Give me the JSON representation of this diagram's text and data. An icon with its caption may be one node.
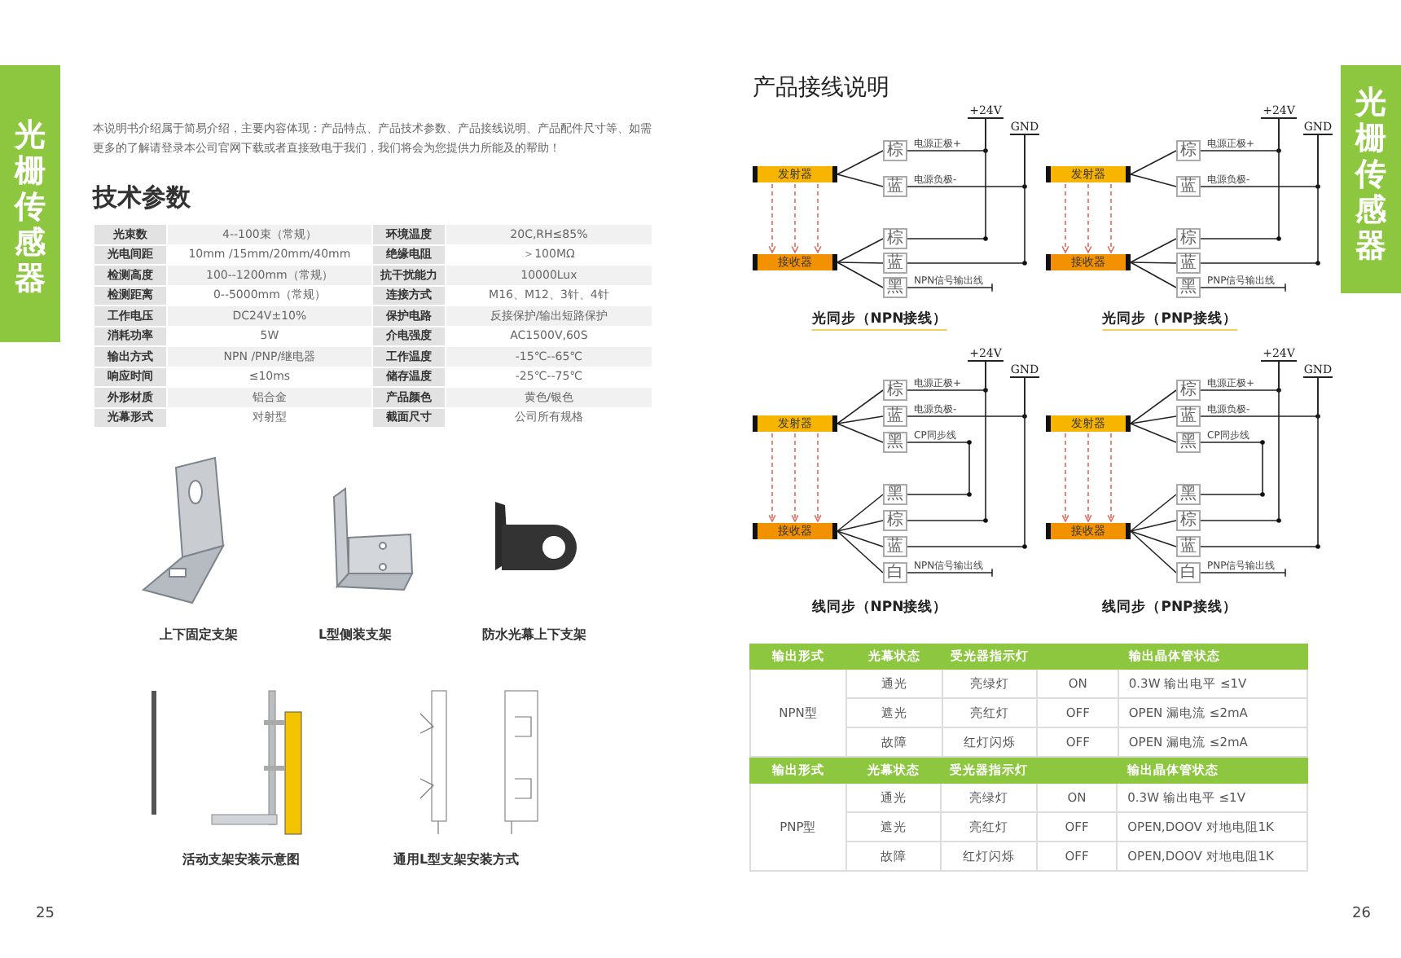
{
  "diagram": {
    "nodes": [
      {
        "text": [
          "发射器"
        ]
      },
      {
        "text": [
          "棕"
        ]
      },
      {
        "text": [
          "蓝"
        ]
      },
      {
        "text": [
          "接收器"
        ]
      },
      {
        "text": [
          "棕"
        ]
      },
      {
        "text": [
          "蓝"
        ]
      },
      {
        "text": [
          "黑"
        ]
      },
      {
        "text": [
          "+24V"
        ]
      },
      {
        "text": [
          "GND"
        ]
      },
      {
        "text": [
          "发射器"
        ]
      },
      {
        "text": [
          "棕"
        ]
      },
      {
        "text": [
          "蓝"
        ]
      },
      {
        "text": [
          "接收器"
        ]
      },
      {
        "text": [
          "棕"
        ]
      },
      {
        "text": [
          "蓝"
        ]
      },
      {
        "text": [
          "黑"
        ]
      },
      {
        "text": [
          "+24V"
        ]
      },
      {
        "text": [
          "GND"
        ]
      },
      {
        "text": [
          "发射器"
        ]
      },
      {
        "text": [
          "棕"
        ]
      },
      {
        "text": [
          "蓝"
        ]
      },
      {
        "text": [
          "黑"
        ]
      },
      {
        "text": [
          "接收器"
        ]
      },
      {
        "text": [
          "黑"
        ]
      },
      {
        "text": [
          "棕"
        ]
      },
      {
        "text": [
          "蓝"
        ]
      },
      {
        "text": [
          "白"
        ]
      },
      {
        "text": [
          "+24V"
        ]
      },
      {
        "text": [
          "GND"
        ]
      },
      {
        "text": [
          "发射器"
        ]
      },
      {
        "text": [
          "棕"
        ]
      },
      {
        "text": [
          "蓝"
        ]
      },
      {
        "text": [
          "黑"
        ]
      },
      {
        "text": [
          "接收器"
        ]
      },
      {
        "text": [
          "黑"
        ]
      },
      {
        "text": [
          "棕"
        ]
      },
      {
        "text": [
          "蓝"
        ]
      },
      {
        "text": [
          "白"
        ]
      },
      {
        "text": [
          "+24V"
        ]
      },
      {
        "text": [
          "GND"
        ]
      },
      {
        "text": [
          "光栅传感器"
        ]
      },
      {
        "text": [
          "光栅传感器"
        ]
      }
    ],
    "edges": [
      {
        "from": 0,
        "to": 1,
        "arrow": "none"
      },
      {
        "from": 0,
        "to": 2,
        "arrow": "none"
      },
      {
        "from": 1,
        "to": 7,
        "arrow": "none",
        "label": "电源正极+"
      },
      {
        "from": 2,
        "to": 8,
        "arrow": "none",
        "label": "电源负极-"
      },
      {
        "from": 0,
        "to": 3,
        "arrow": "to",
        "style": "dashed",
        "color": "#e06a5a"
      },
      {
        "from": 0,
        "to": 3,
        "arrow": "to",
        "style": "dashed",
        "color": "#e06a5a"
      },
      {
        "from": 0,
        "to": 3,
        "arrow": "to",
        "style": "dashed",
        "color": "#e06a5a"
      },
      {
        "from": 3,
        "to": 4,
        "arrow": "none"
      },
      {
        "from": 3,
        "to": 5,
        "arrow": "none"
      },
      {
        "from": 3,
        "to": 6,
        "arrow": "none"
      },
      {
        "from": 4,
        "to": 7,
        "arrow": "none"
      },
      {
        "from": 5,
        "to": 8,
        "arrow": "none"
      },
      {
        "from": 6,
        "to": null,
        "arrow": "other",
        "label": "NPN信号输出线"
      },
      {
        "from": 9,
        "to": 10,
        "arrow": "none"
      },
      {
        "from": 9,
        "to": 11,
        "arrow": "none"
      },
      {
        "from": 10,
        "to": 16,
        "arrow": "none",
        "label": "电源正极+"
      },
      {
        "from": 11,
        "to": 17,
        "arrow": "none",
        "label": "电源负极-"
      },
      {
        "from": 9,
        "to": 12,
        "arrow": "to",
        "style": "dashed",
        "color": "#e06a5a"
      },
      {
        "from": 9,
        "to": 12,
        "arrow": "to",
        "style": "dashed",
        "color": "#e06a5a"
      },
      {
        "from": 9,
        "to": 12,
        "arrow": "to",
        "style": "dashed",
        "color": "#e06a5a"
      },
      {
        "from": 12,
        "to": 13,
        "arrow": "none"
      },
      {
        "from": 12,
        "to": 14,
        "arrow": "none"
      },
      {
        "from": 12,
        "to": 15,
        "arrow": "none"
      },
      {
        "from": 13,
        "to": 16,
        "arrow": "none"
      },
      {
        "from": 14,
        "to": 17,
        "arrow": "none"
      },
      {
        "from": 15,
        "to": null,
        "arrow": "other",
        "label": "PNP信号输出线"
      },
      {
        "from": 18,
        "to": 19,
        "arrow": "none"
      },
      {
        "from": 18,
        "to": 20,
        "arrow": "none"
      },
      {
        "from": 18,
        "to": 21,
        "arrow": "none"
      },
      {
        "from": 19,
        "to": 27,
        "arrow": "none",
        "label": "电源正极+"
      },
      {
        "from": 20,
        "to": 28,
        "arrow": "none",
        "label": "电源负极-"
      },
      {
        "from": 21,
        "to": 23,
        "arrow": "none",
        "label": "CP同步线"
      },
      {
        "from": 18,
        "to": 22,
        "arrow": "to",
        "style": "dashed",
        "color": "#e06a5a"
      },
      {
        "from": 18,
        "to": 22,
        "arrow": "to",
        "style": "dashed",
        "color": "#e06a5a"
      },
      {
        "from": 18,
        "to": 22,
        "arrow": "to",
        "style": "dashed",
        "color": "#e06a5a"
      },
      {
        "from": 22,
        "to": 23,
        "arrow": "none"
      },
      {
        "from": 22,
        "to": 24,
        "arrow": "none"
      },
      {
        "from": 22,
        "to": 25,
        "arrow": "none"
      },
      {
        "from": 22,
        "to": 26,
        "arrow": "none"
      },
      {
        "from": 24,
        "to": 27,
        "arrow": "none"
      },
      {
        "from": 25,
        "to": 28,
        "arrow": "none"
      },
      {
        "from": 26,
        "to": null,
        "arrow": "other",
        "label": "NPN信号输出线"
      },
      {
        "from": 29,
        "to": 30,
        "arrow": "none"
      },
      {
        "from": 29,
        "to": 31,
        "arrow": "none"
      },
      {
        "from": 29,
        "to": 32,
        "arrow": "none"
      },
      {
        "from": 30,
        "to": 38,
        "arrow": "none",
        "label": "电源正极+"
      },
      {
        "from": 31,
        "to": 39,
        "arrow": "none",
        "label": "电源负极-"
      },
      {
        "from": 32,
        "to": 34,
        "arrow": "none",
        "label": "CP同步线"
      },
      {
        "from": 29,
        "to": 33,
        "arrow": "to",
        "style": "dashed",
        "color": "#e06a5a"
      },
      {
        "from": 29,
        "to": 33,
        "arrow": "to",
        "style": "dashed",
        "color": "#e06a5a"
      },
      {
        "from": 29,
        "to": 33,
        "arrow": "to",
        "style": "dashed",
        "color": "#e06a5a"
      },
      {
        "from": 33,
        "to": 34,
        "arrow": "none"
      },
      {
        "from": 33,
        "to": 35,
        "arrow": "none"
      },
      {
        "from": 33,
        "to": 36,
        "arrow": "none"
      },
      {
        "from": 33,
        "to": 37,
        "arrow": "none"
      },
      {
        "from": 35,
        "to": 38,
        "arrow": "none"
      },
      {
        "from": 36,
        "to": 39,
        "arrow": "none"
      },
      {
        "from": 37,
        "to": null,
        "arrow": "other",
        "label": "PNP信号输出线"
      }
    ],
    "labels": [
      "本说明书介绍属于简易介绍，主要内容体现：产品特点、产品技术参数、产品接线说明、产品配件尺寸等、如需更多的了解请登录本公司官网下载或者直接致电于我们，我们将会为您提供力所能及的帮助！",
      "技术参数",
      "光束数",
      "4--100束（常规）",
      "环境温度",
      "20C,RH≤85%",
      "光电间距",
      "10mm /15mm/20mm/40mm",
      "绝缘电阻",
      "＞100MΩ",
      "检测高度",
      "100--1200mm（常规）",
      "抗干扰能力",
      "10000Lux",
      "检测距离",
      "0--5000mm（常规）",
      "连接方式",
      "M16、M12、3针、4针",
      "工作电压",
      "DC24V±10%",
      "保护电路",
      "反接保护/输出短路保护",
      "消耗功率",
      "5W",
      "介电强度",
      "AC1500V,60S",
      "输出方式",
      "NPN /PNP/继电器",
      "工作温度",
      "-15℃--65℃",
      "响应时间",
      "≤10ms",
      "储存温度",
      "-25℃--75℃",
      "外形材质",
      "铝合金",
      "产品颜色",
      "黄色/银色",
      "光幕形式",
      "对射型",
      "截面尺寸",
      "公司所有规格",
      "上下固定支架",
      "L型侧装支架",
      "防水光幕上下支架",
      "活动支架安装示意图",
      "通用L型支架安装方式",
      "25",
      "产品接线说明",
      "光同步（NPN接线）",
      "光同步（PNP接线）",
      "线同步（NPN接线）",
      "线同步（PNP接线）",
      "输出形式",
      "光幕状态",
      "受光器指示灯",
      "输出晶体管状态",
      "NPN型",
      "通光",
      "亮绿灯",
      "ON",
      "0.3W 输出电平 ≤1V",
      "遮光",
      "亮红灯",
      "OFF",
      "OPEN 漏电流 ≤2mA",
      "故障",
      "红灯闪烁",
      "OFF",
      "OPEN 漏电流 ≤2mA",
      "输出形式",
      "光幕状态",
      "受光器指示灯",
      "输出晶体管状态",
      "PNP型",
      "通光",
      "亮绿灯",
      "ON",
      "0.3W 输出电平 ≤1V",
      "遮光",
      "亮红灯",
      "OFF",
      "OPEN,DOOV 对地电阻1K",
      "故障",
      "红灯闪烁",
      "OFF",
      "OPEN,DOOV 对地电阻1K",
      "26"
    ]
  }
}
